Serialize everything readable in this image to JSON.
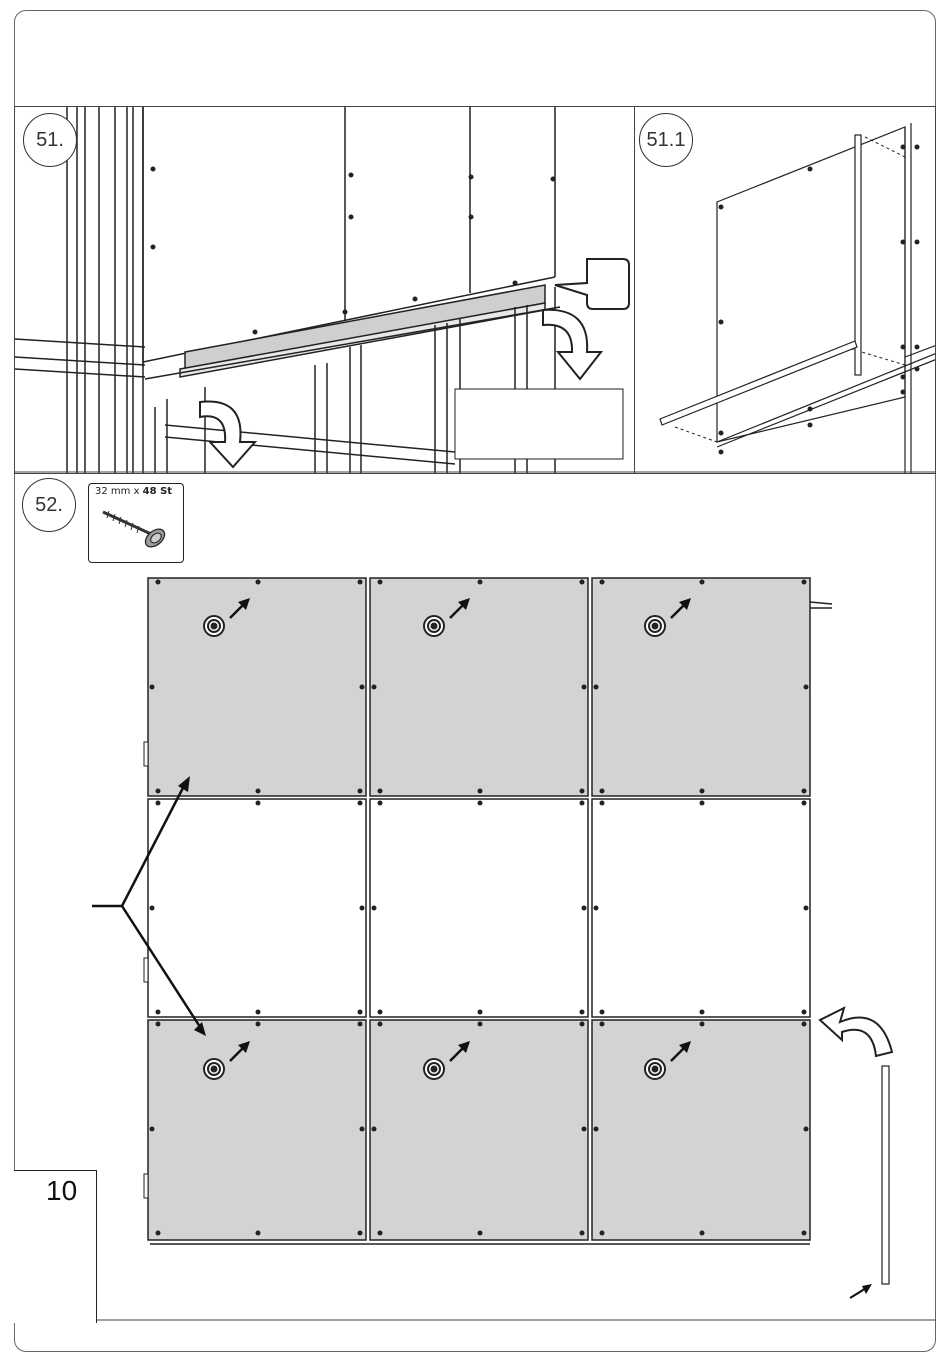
{
  "steps": {
    "step51": {
      "label": "51."
    },
    "step51_1": {
      "label": "51.1"
    },
    "step52": {
      "label": "52."
    }
  },
  "parts": {
    "screw_size": "32 mm x ",
    "screw_qty": "48 St"
  },
  "gap": {
    "value": "10"
  },
  "icons": [
    "screw-icon",
    "curved-arrow-icon",
    "arrow-icon",
    "pointer-icon"
  ],
  "colors": {
    "panel_fill": "#d3d3d3",
    "line": "#222222"
  }
}
